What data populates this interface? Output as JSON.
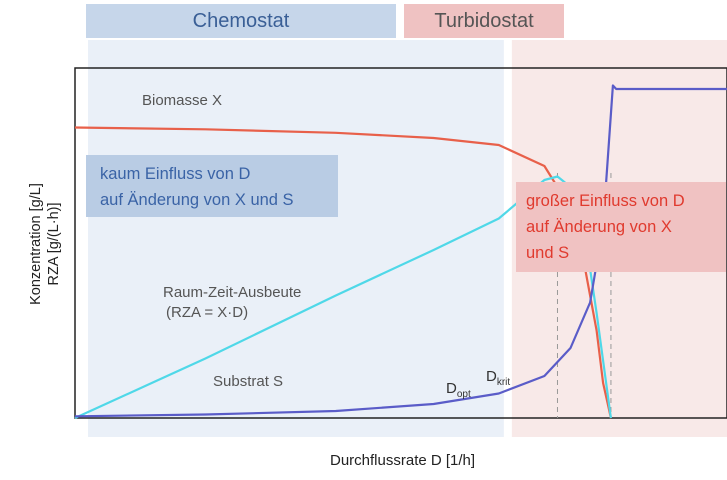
{
  "headers": {
    "chemostat": "Chemostat",
    "turbidostat": "Turbidostat"
  },
  "annotations": {
    "chemostat_line1": "kaum Einfluss von D",
    "chemostat_line2": "auf Änderung von X und S",
    "turbidostat_line1": "großer Einfluss von D",
    "turbidostat_line2": "auf Änderung von X",
    "turbidostat_line3": "und S"
  },
  "curve_labels": {
    "biomass": "Biomasse X",
    "rza_line1": "Raum-Zeit-Ausbeute",
    "rza_line2": "(RZA = X·D)",
    "substrate": "Substrat S"
  },
  "markers": {
    "d_opt_main": "D",
    "d_opt_sub": "opt",
    "d_krit_main": "D",
    "d_krit_sub": "krit"
  },
  "chart_data": {
    "type": "line",
    "xlabel": "Durchflussrate D [1/h]",
    "ylabel_lines": [
      "Konzentration [g/L]",
      "RZA [g/(L·h)]"
    ],
    "xlim": [
      0,
      1
    ],
    "ylim": [
      0,
      1
    ],
    "regions": [
      {
        "name": "Chemostat",
        "x": [
          0.02,
          0.67
        ]
      },
      {
        "name": "Turbidostat",
        "x": [
          0.67,
          1.0
        ]
      }
    ],
    "series": [
      {
        "name": "Biomasse X",
        "color": "#e8604a",
        "x": [
          0,
          0.2,
          0.4,
          0.55,
          0.65,
          0.72,
          0.76,
          0.78,
          0.8,
          0.81,
          0.822
        ],
        "y": [
          0.83,
          0.825,
          0.815,
          0.8,
          0.78,
          0.72,
          0.6,
          0.45,
          0.25,
          0.1,
          0.0
        ]
      },
      {
        "name": "Raum-Zeit-Ausbeute",
        "color": "#4fd8e8",
        "x": [
          0,
          0.2,
          0.4,
          0.55,
          0.65,
          0.72,
          0.74,
          0.76,
          0.78,
          0.8,
          0.822
        ],
        "y": [
          0,
          0.17,
          0.35,
          0.48,
          0.57,
          0.68,
          0.69,
          0.66,
          0.55,
          0.3,
          0.0
        ]
      },
      {
        "name": "Substrat S",
        "color": "#5a5cc8",
        "x": [
          0,
          0.2,
          0.4,
          0.55,
          0.65,
          0.72,
          0.76,
          0.79,
          0.81,
          0.825,
          0.83,
          1.0
        ],
        "y": [
          0.005,
          0.01,
          0.02,
          0.04,
          0.07,
          0.12,
          0.2,
          0.33,
          0.55,
          0.95,
          0.94,
          0.94
        ]
      }
    ],
    "markers": [
      {
        "label": "D_opt",
        "x": 0.74
      },
      {
        "label": "D_krit",
        "x": 0.822
      }
    ],
    "grid": false,
    "legend": "none"
  }
}
